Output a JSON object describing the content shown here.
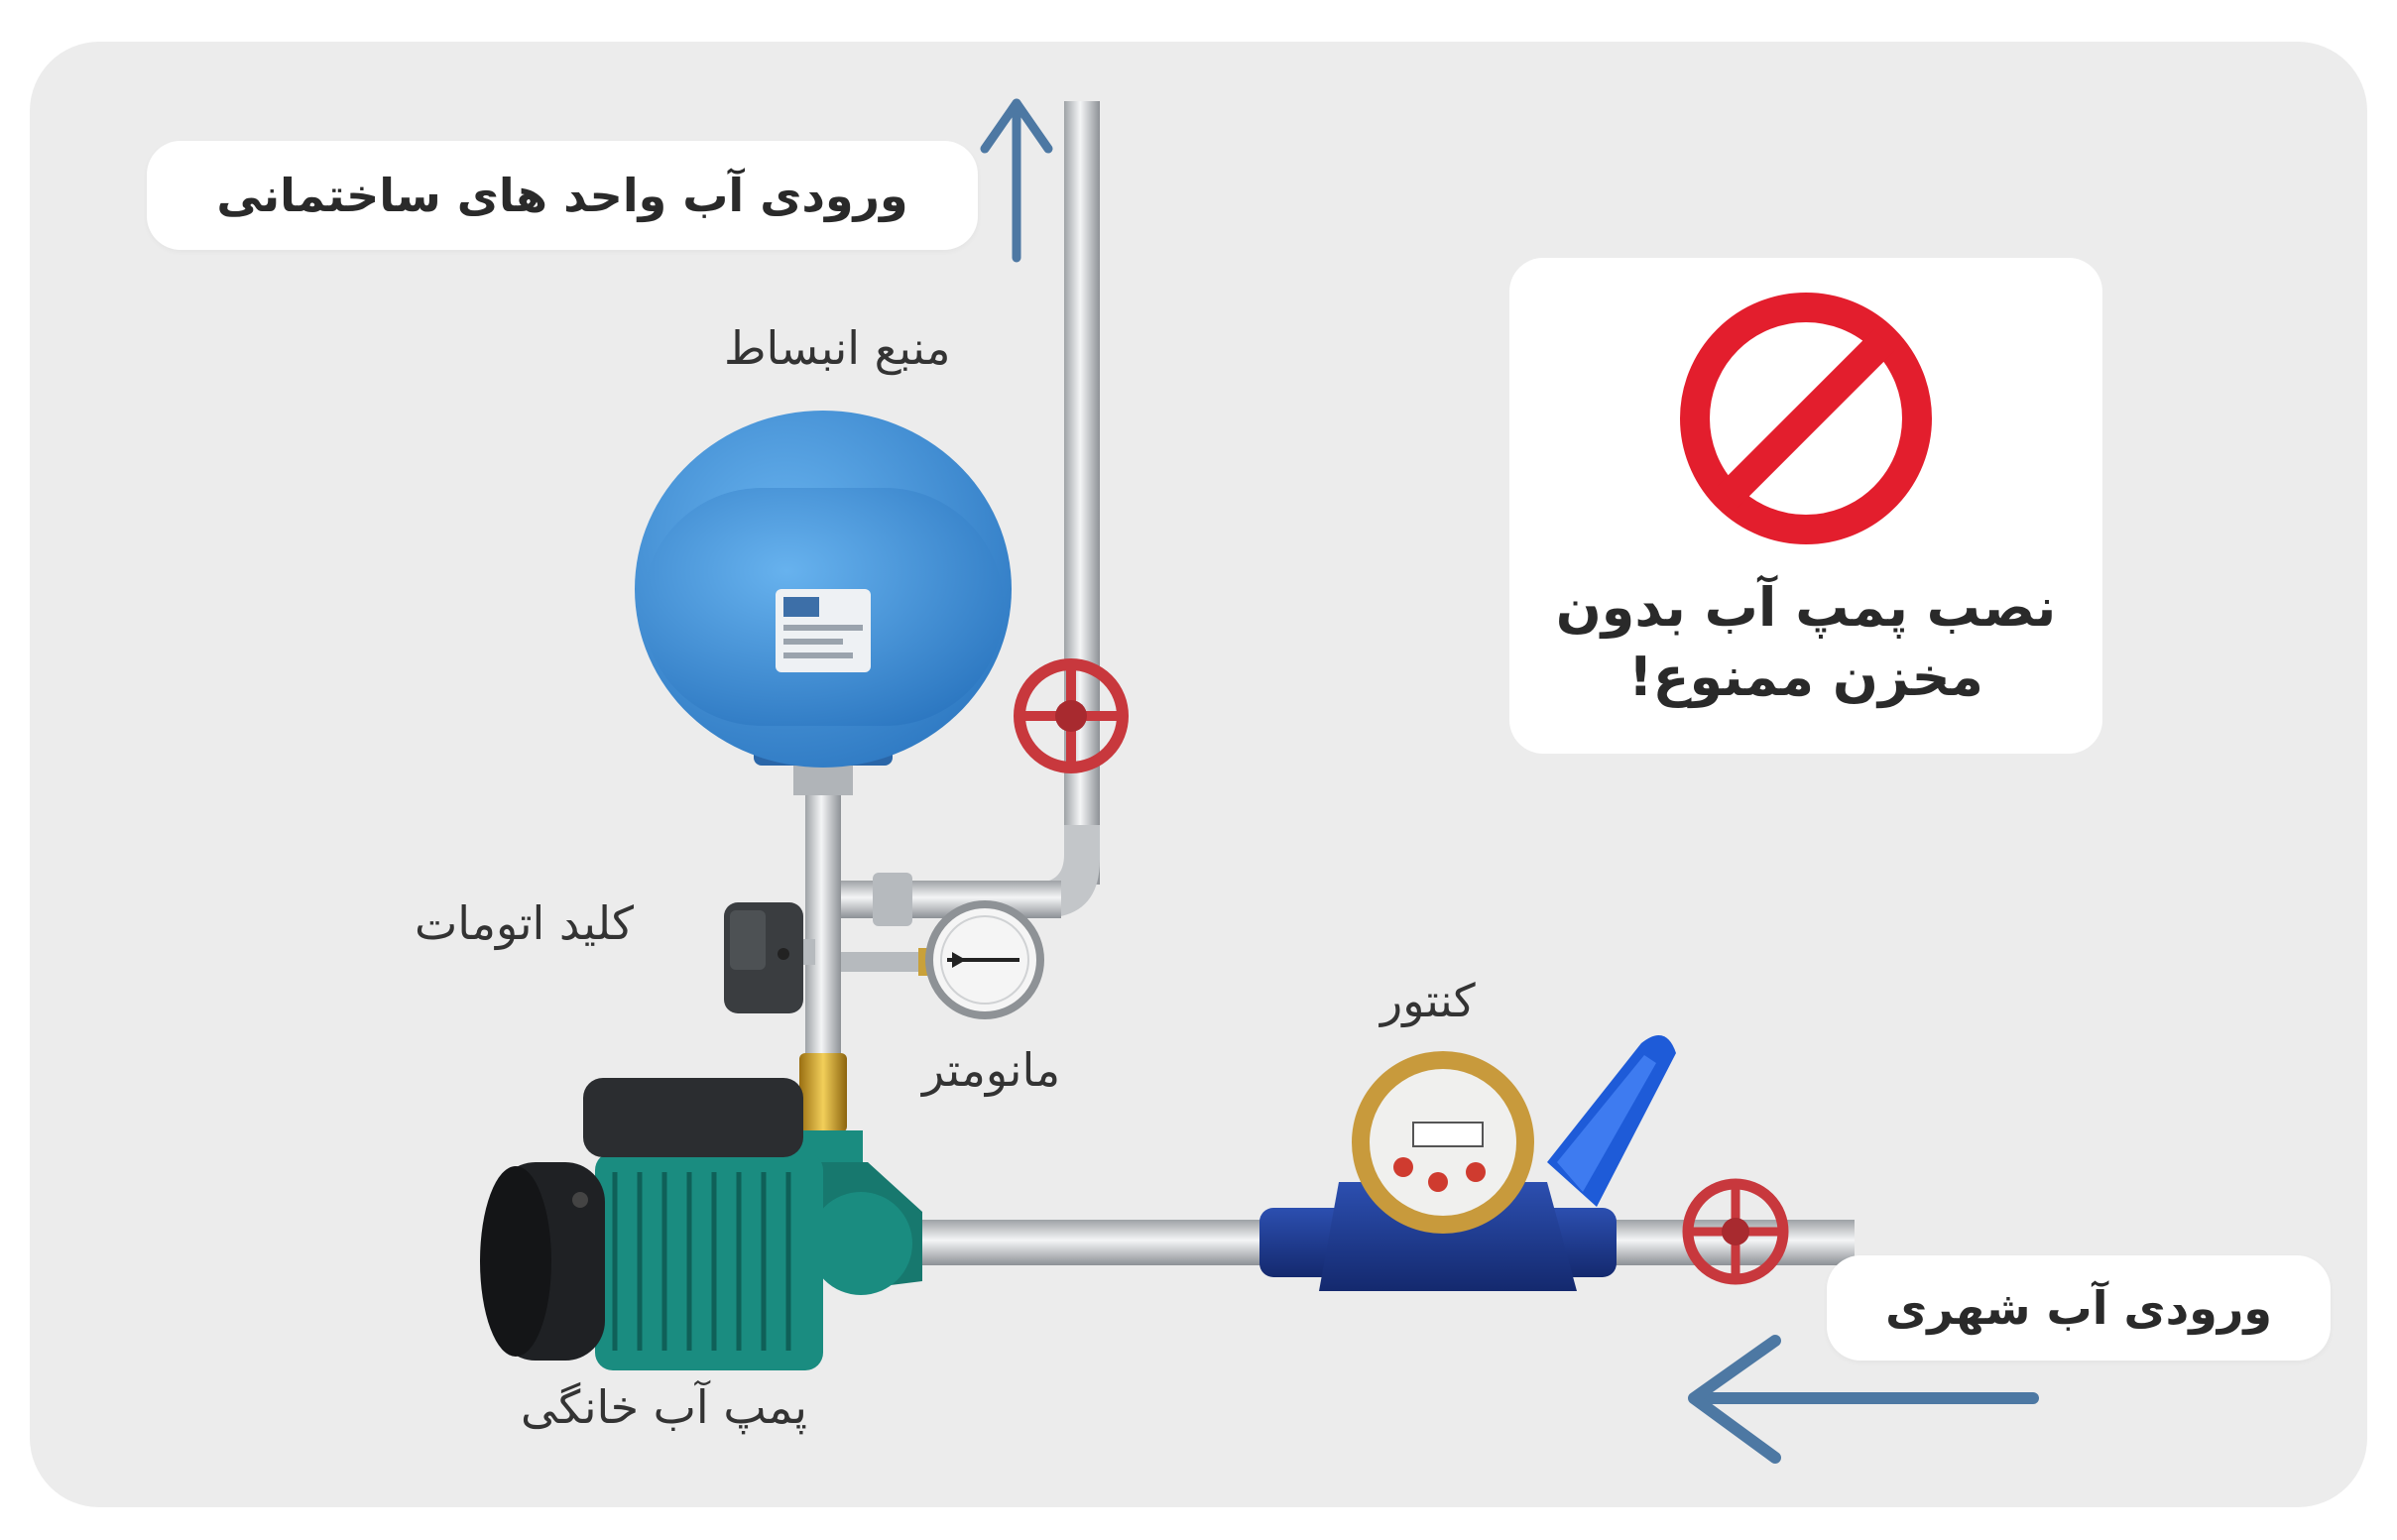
{
  "labels": {
    "building_inlet": "ورودی آب واحد های ساختمانی",
    "expansion_tank": "منبع انبساط",
    "auto_switch": "کلید اتومات",
    "manometer": "مانومتر",
    "water_meter": "کنتور",
    "home_pump": "پمپ آب خانگی",
    "city_inlet": "ورودی آب شهری"
  },
  "warning": {
    "line1": "نصب پمپ آب بدون",
    "line2": "مخزن ممنوع!",
    "icon": "prohibited-icon"
  },
  "colors": {
    "background": "#ececec",
    "card": "#ffffff",
    "arrow": "#4d78a3",
    "prohibit_red": "#e31e2d",
    "tank_blue": "#3a8fd6",
    "pump_teal": "#1a8c80",
    "pipe_gray": "#c9cccf",
    "valve_red": "#c8383d"
  }
}
